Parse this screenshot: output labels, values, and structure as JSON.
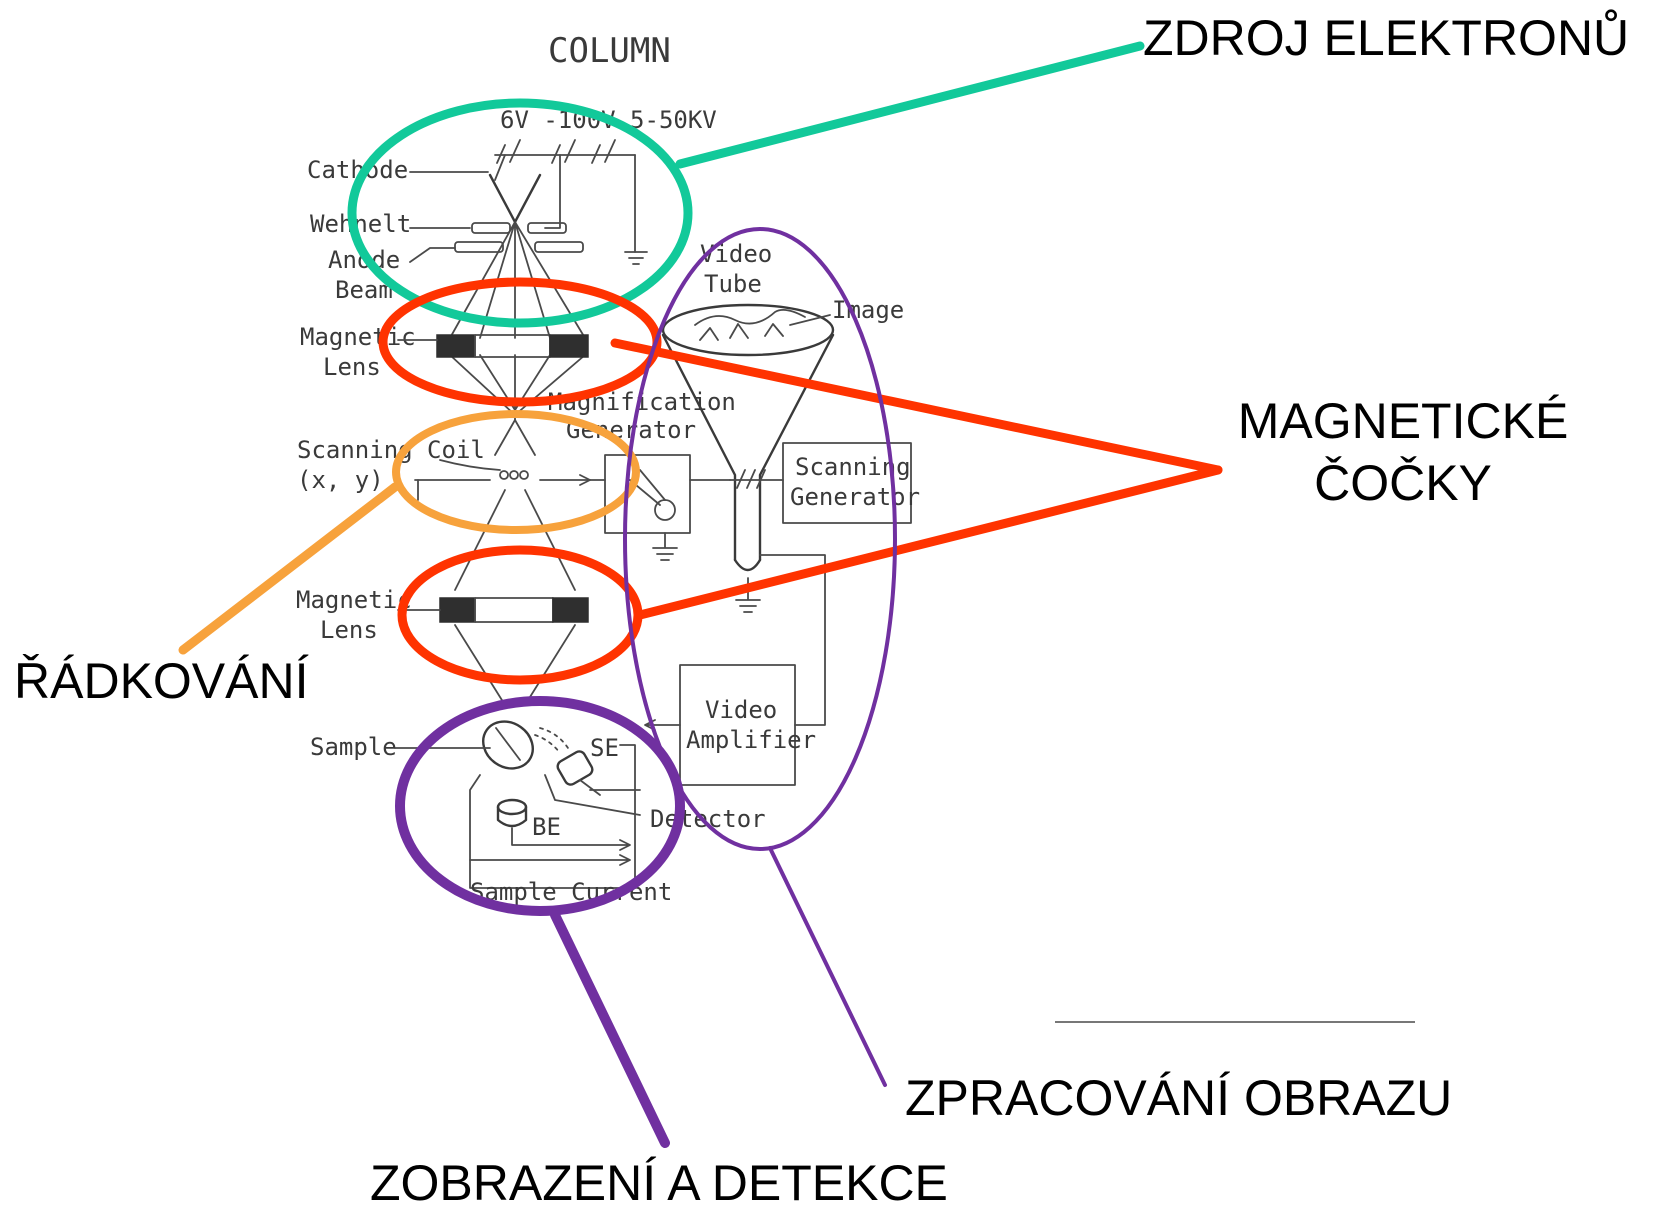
{
  "diagram": {
    "column_title": "COLUMN",
    "voltages": "6V  -100V  5-50KV",
    "labels": {
      "cathode": "Cathode",
      "wehnelt": "Wehnelt",
      "anode": "Anode",
      "beam": "Beam",
      "magnetic_lens_1a": "Magnetic",
      "magnetic_lens_1b": "Lens",
      "magnification_a": "Magnification",
      "magnification_b": "Generator",
      "scanning_coil_a": "Scanning Coil",
      "scanning_coil_b": "(x, y)",
      "magnetic_lens_2a": "Magnetic",
      "magnetic_lens_2b": "Lens",
      "sample": "Sample",
      "se": "SE",
      "be": "BE",
      "detector": "Detector",
      "sample_current": "Sample  Current",
      "video_tube_a": "Video",
      "video_tube_b": "Tube",
      "image": "Image",
      "scanning_generator_a": "Scanning",
      "scanning_generator_b": "Generator",
      "video_amplifier_a": "Video",
      "video_amplifier_b": "Amplifier"
    }
  },
  "callouts": {
    "electron_source": "ZDROJ ELEKTRONŮ",
    "magnetic_lenses_1": "MAGNETICKÉ",
    "magnetic_lenses_2": "ČOČKY",
    "scanning": "ŘÁDKOVÁNÍ",
    "image_processing": "ZPRACOVÁNÍ OBRAZU",
    "imaging_detection": "ZOBRAZENÍ A DETEKCE"
  },
  "colors": {
    "electron_source": "#12c99a",
    "magnetic_lenses": "#ff3300",
    "scanning": "#f7a23c",
    "image_processing": "#7030a0",
    "imaging_detection": "#7030a0"
  }
}
